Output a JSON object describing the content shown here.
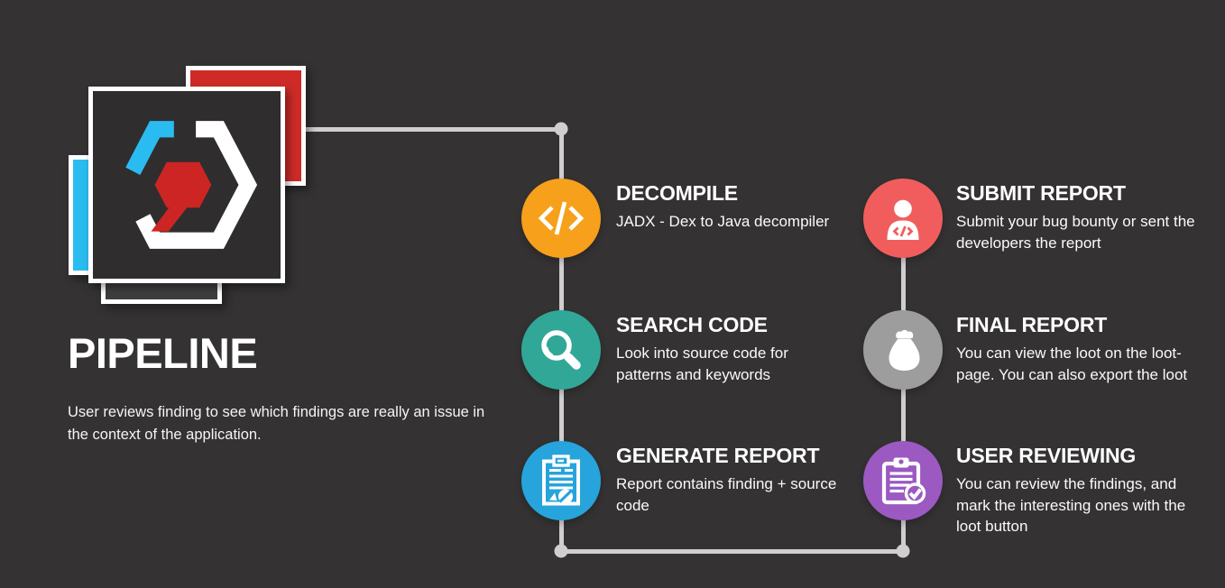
{
  "canvas": {
    "background_color": "#343233",
    "connector_color": "#D0CECF"
  },
  "logo": {
    "name": "code-hexagon-logo",
    "red_square_color": "#CE2B28",
    "cyan_square_color": "#2ABCF1",
    "dark_square_color": "#302D2E",
    "back_square_color": "#3F3D3E",
    "hex_white": "#FFFFFF",
    "hex_cyan": "#2ABCF1",
    "hex_red": "#CC2523"
  },
  "header": {
    "title": "PIPELINE",
    "subtitle": "User reviews finding to see which findings are really an issue in the context of the application."
  },
  "steps": [
    {
      "title": "DECOMPILE",
      "description": "JADX - Dex to Java decompiler",
      "color": "#F7A01B",
      "icon": "code-icon",
      "column": "left"
    },
    {
      "title": "SEARCH CODE",
      "description": "Look into source code for patterns and keywords",
      "color": "#31A797",
      "icon": "magnifier-icon",
      "column": "left"
    },
    {
      "title": "GENERATE REPORT",
      "description": "Report contains finding + source code",
      "color": "#27A4DB",
      "icon": "report-icon",
      "column": "left"
    },
    {
      "title": "SUBMIT REPORT",
      "description": "Submit your bug bounty or sent the developers the report",
      "color": "#F15D5D",
      "icon": "person-code-icon",
      "column": "right"
    },
    {
      "title": "FINAL REPORT",
      "description": "You can view the loot on the loot-page. You can also export the loot",
      "color": "#9D9D9D",
      "icon": "money-bag-icon",
      "column": "right"
    },
    {
      "title": "USER REVIEWING",
      "description": "You can review the findings, and mark the interesting ones with the loot button",
      "color": "#9B59C1",
      "icon": "clipboard-check-icon",
      "column": "right"
    }
  ]
}
